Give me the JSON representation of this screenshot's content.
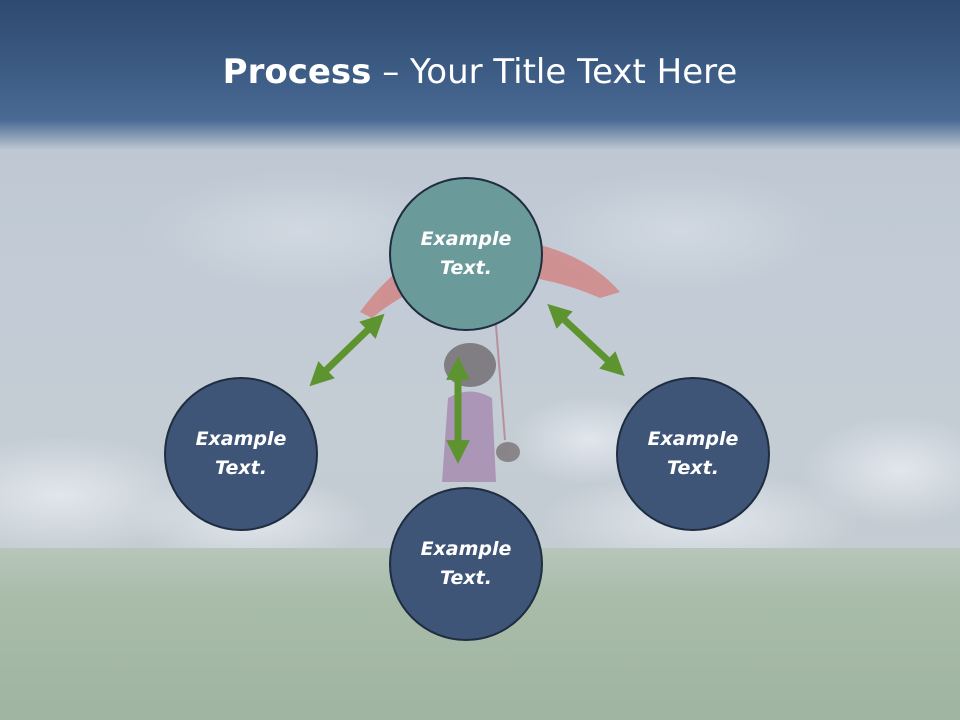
{
  "title": {
    "bold": "Process",
    "separator": " – ",
    "rest": "Your Title Text Here"
  },
  "nodes": [
    {
      "id": "top",
      "label": "Example Text."
    },
    {
      "id": "left",
      "label": "Example Text."
    },
    {
      "id": "right",
      "label": "Example Text."
    },
    {
      "id": "bottom",
      "label": "Example Text."
    }
  ],
  "colors": {
    "title_band": "#3f5f88",
    "node_top": "#6a9a9a",
    "node_other": "#3e5577",
    "arrow": "#5e9430"
  },
  "icons": {
    "arrows": "double-headed-arrow-icon",
    "background": "girl-with-umbrella-in-field"
  }
}
